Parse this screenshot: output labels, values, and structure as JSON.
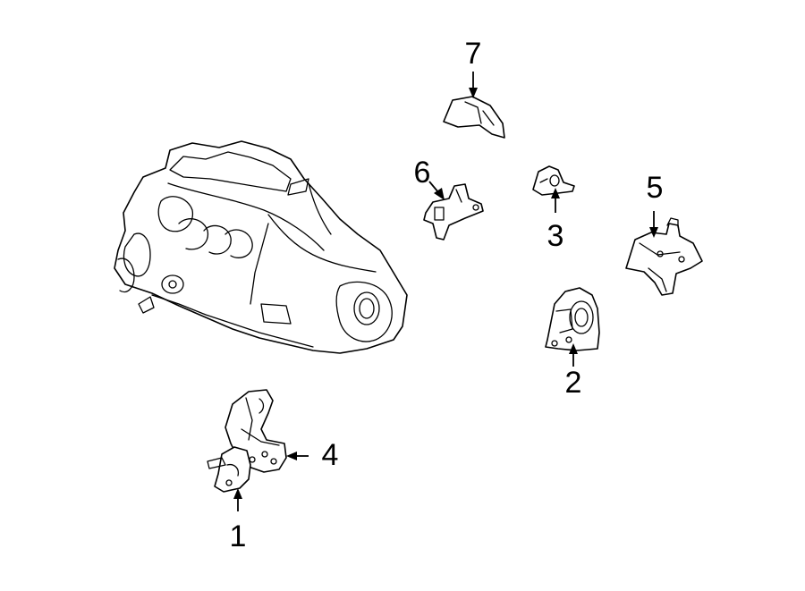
{
  "callouts": {
    "c1": "1",
    "c2": "2",
    "c3": "3",
    "c4": "4",
    "c5": "5",
    "c6": "6",
    "c7": "7"
  },
  "colors": {
    "background": "#ffffff",
    "line": "#000000"
  },
  "icons": [
    "engine-transaxle-assembly",
    "mount-bracket",
    "engine-mount",
    "insulator",
    "bracket"
  ]
}
